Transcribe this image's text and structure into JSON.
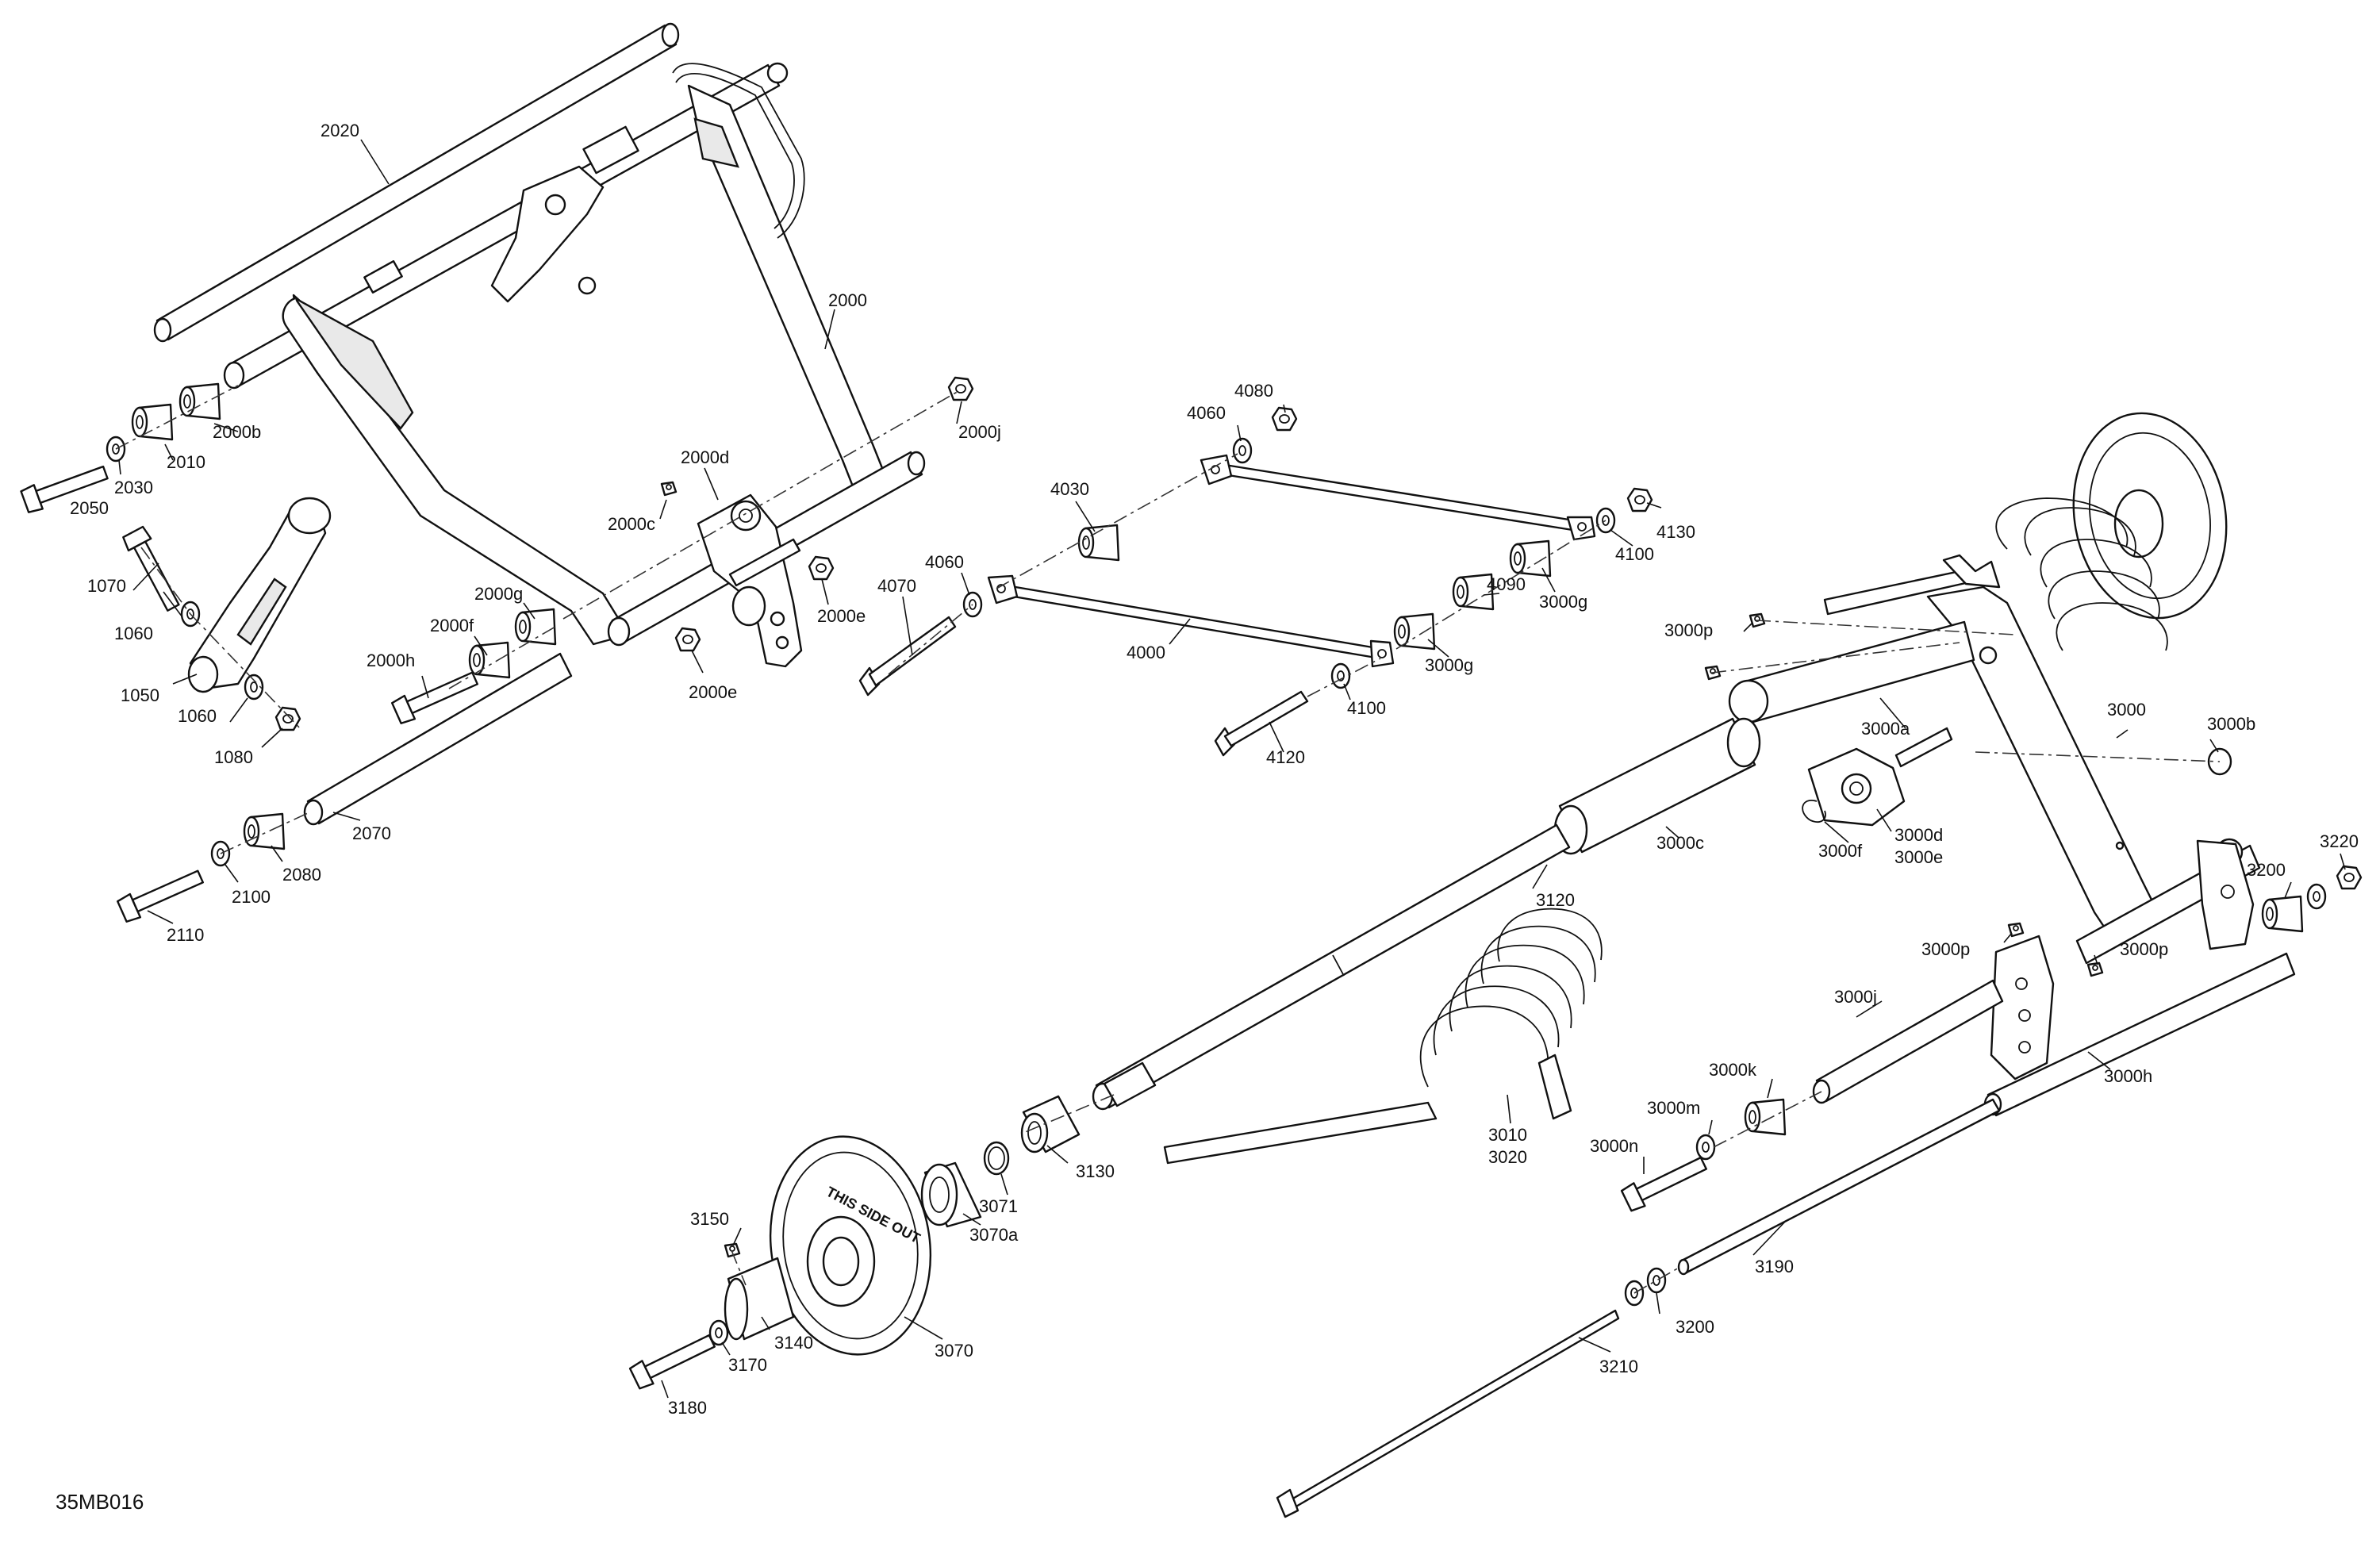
{
  "drawing": {
    "reference": "35MB016",
    "wheel_lettering": "THIS SIDE OUT"
  },
  "callouts": {
    "c2020": "2020",
    "c2000": "2000",
    "c2000b": "2000b",
    "c2010": "2010",
    "c2030": "2030",
    "c2050": "2050",
    "c1070": "1070",
    "c1060a": "1060",
    "c1050": "1050",
    "c1060b": "1060",
    "c1080": "1080",
    "c2000d": "2000d",
    "c2000c": "2000c",
    "c2000g": "2000g",
    "c2000f": "2000f",
    "c2000h": "2000h",
    "c2000e_r": "2000e",
    "c2000e_b": "2000e",
    "c2000j": "2000j",
    "c2070": "2070",
    "c2080": "2080",
    "c2100": "2100",
    "c2110": "2110",
    "c4080": "4080",
    "c4060a": "4060",
    "c4030": "4030",
    "c4060b": "4060",
    "c4070": "4070",
    "c4000": "4000",
    "c4130": "4130",
    "c4100a": "4100",
    "c3000g_a": "3000g",
    "c4090": "4090",
    "c3000g_b": "3000g",
    "c4100b": "4100",
    "c4120": "4120",
    "c3000p_a": "3000p",
    "c3000a": "3000a",
    "c3000": "3000",
    "c3000b": "3000b",
    "c3000c": "3000c",
    "c3000d": "3000d",
    "c3000e": "3000e",
    "c3000f": "3000f",
    "c3220": "3220",
    "c3200a": "3200",
    "c3120": "3120",
    "c3000p_b": "3000p",
    "c3000p_c": "3000p",
    "c3000j": "3000j",
    "c3000h": "3000h",
    "c3000k": "3000k",
    "c3000m": "3000m",
    "c3000n": "3000n",
    "c3010": "3010",
    "c3020": "3020",
    "c3130": "3130",
    "c3071": "3071",
    "c3070a": "3070a",
    "c3150": "3150",
    "c3140": "3140",
    "c3070": "3070",
    "c3170": "3170",
    "c3180": "3180",
    "c3190": "3190",
    "c3200b": "3200",
    "c3210": "3210"
  }
}
